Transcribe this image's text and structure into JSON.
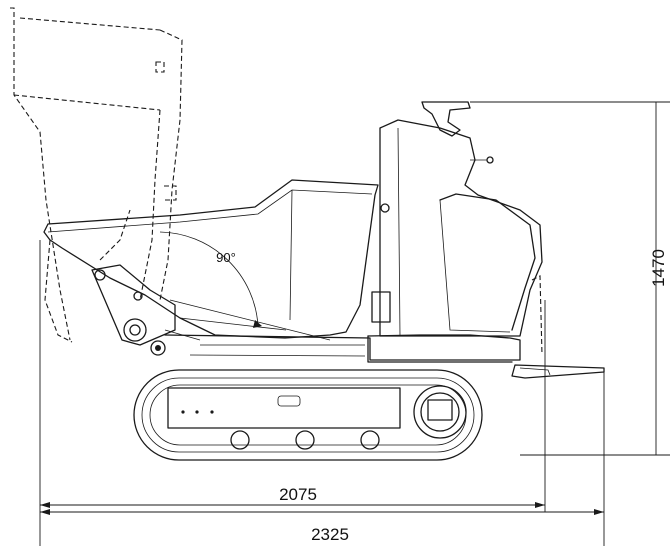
{
  "dimensions": {
    "overall_height": "1470",
    "track_length": "2075",
    "overall_length": "2325",
    "tilt_angle": "90°"
  }
}
